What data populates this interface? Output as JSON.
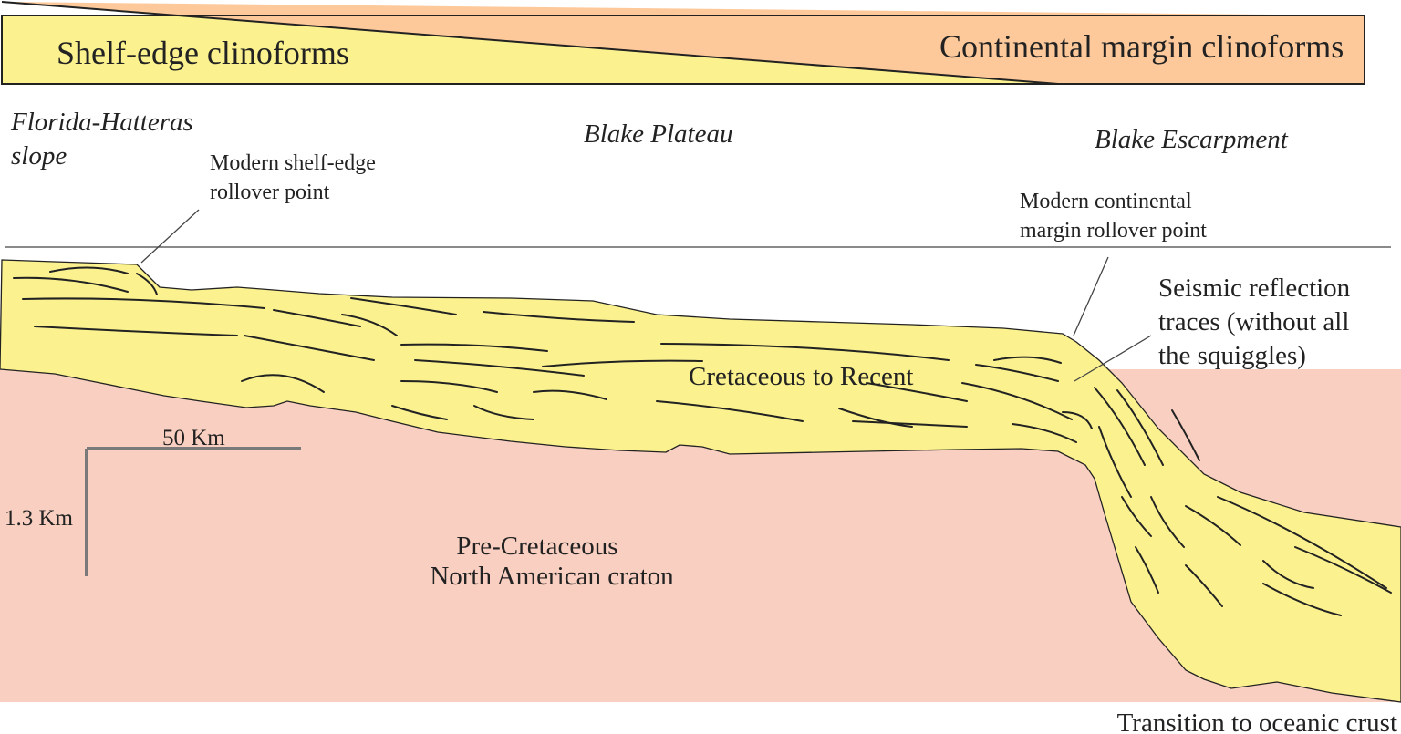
{
  "colors": {
    "sediment": "#fbf28f",
    "craton": "#f8cfc0",
    "banner_left": "#fbf28f",
    "banner_right": "#fdc99b",
    "scale_bar": "#7a7a7a",
    "outline": "#222222"
  },
  "banner": {
    "left_label": "Shelf-edge clinoforms",
    "right_label": "Continental margin clinoforms"
  },
  "locations": {
    "florida_line1": "Florida-Hatteras",
    "florida_line2": "slope",
    "blake_plateau": "Blake Plateau",
    "blake_escarpment": "Blake Escarpment"
  },
  "annotations": {
    "shelf_rollover_line1": "Modern shelf-edge",
    "shelf_rollover_line2": "rollover point",
    "margin_rollover_line1": "Modern continental",
    "margin_rollover_line2": "margin rollover point",
    "seismic_line1": "Seismic reflection",
    "seismic_line2": "traces (without all",
    "seismic_line3": "the squiggles)"
  },
  "units": {
    "sediment": "Cretaceous to Recent",
    "craton_line1": "Pre-Cretaceous",
    "craton_line2": "North American craton"
  },
  "scale": {
    "horizontal": "50 Km",
    "vertical": "1.3 Km"
  },
  "footer": "Transition to oceanic crust"
}
